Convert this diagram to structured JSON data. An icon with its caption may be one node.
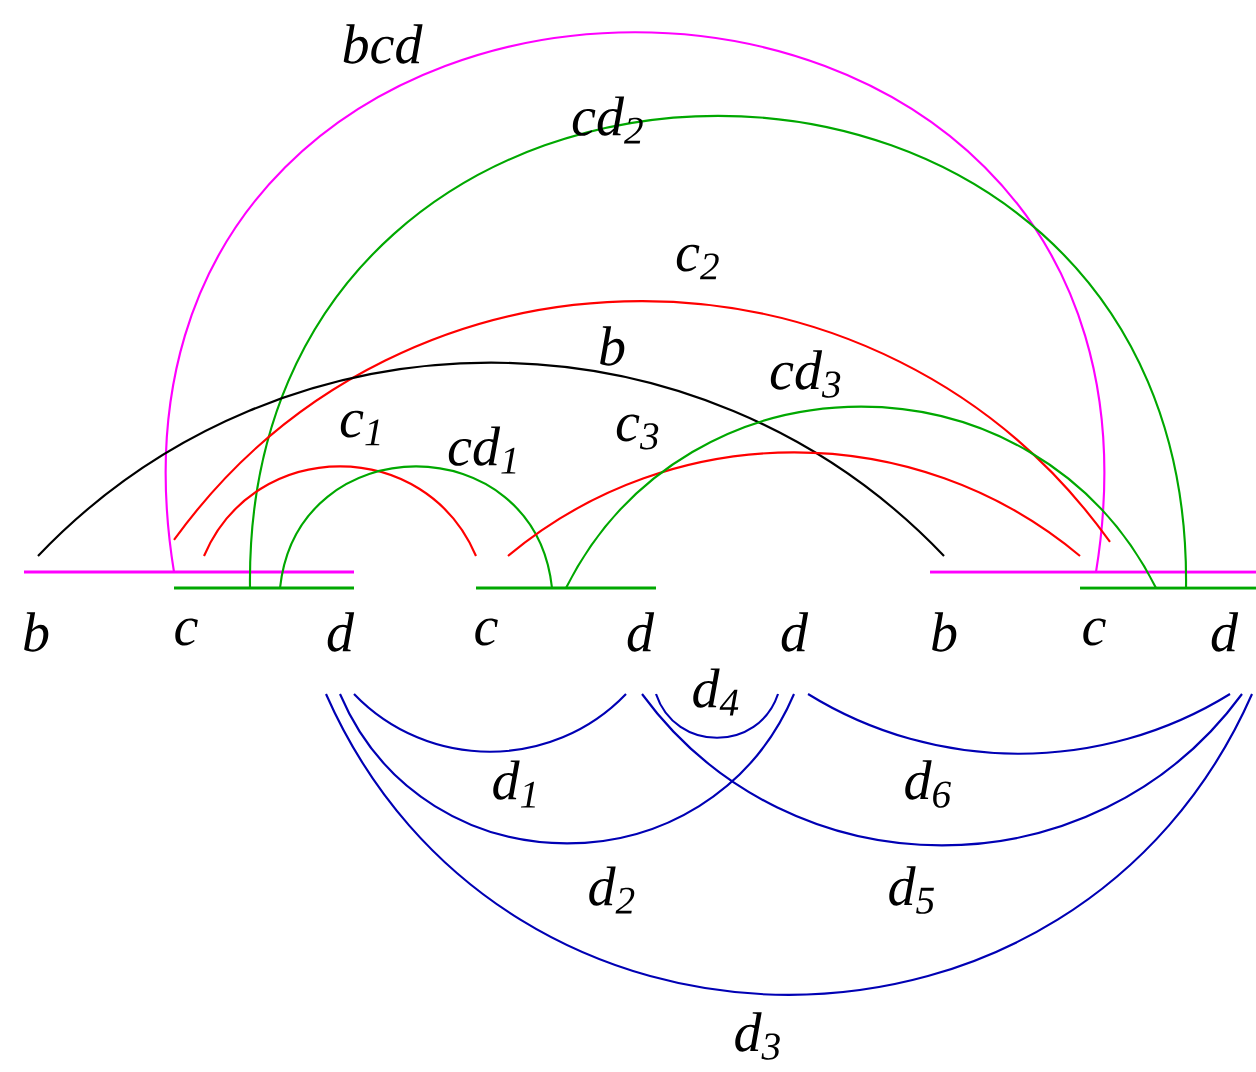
{
  "diagram": {
    "nodes": [
      {
        "text": [
          "b"
        ]
      },
      {
        "text": [
          "c"
        ]
      },
      {
        "text": [
          "d"
        ]
      },
      {
        "text": [
          "c"
        ]
      },
      {
        "text": [
          "d"
        ]
      },
      {
        "text": [
          "d"
        ]
      },
      {
        "text": [
          "b"
        ]
      },
      {
        "text": [
          "c"
        ]
      },
      {
        "text": [
          "d"
        ]
      },
      {
        "text": [],
        "shape": "bar"
      },
      {
        "text": [],
        "shape": "bar"
      },
      {
        "text": [],
        "shape": "bar"
      },
      {
        "text": [],
        "shape": "bar"
      },
      {
        "text": [],
        "shape": "bar"
      }
    ],
    "edges": [
      {
        "from": 9,
        "to": 12,
        "arrow": "none",
        "label": "bcd",
        "color": "#ff00ff"
      },
      {
        "from": 10,
        "to": 13,
        "arrow": "none",
        "label": "cd$_{2}$",
        "color": "#00a800"
      },
      {
        "from": 9,
        "to": 12,
        "arrow": "none",
        "label": "c$_{2}$",
        "color": "#ff0000"
      },
      {
        "from": 9,
        "to": 12,
        "arrow": "none",
        "label": "b",
        "color": "#000000"
      },
      {
        "from": 9,
        "to": 11,
        "arrow": "none",
        "label": "c$_{1}$",
        "color": "#ff0000"
      },
      {
        "from": 10,
        "to": 11,
        "arrow": "none",
        "label": "cd$_{1}$",
        "color": "#00a800"
      },
      {
        "from": 11,
        "to": 12,
        "arrow": "none",
        "label": "c$_{3}$",
        "color": "#ff0000"
      },
      {
        "from": 11,
        "to": 13,
        "arrow": "none",
        "label": "cd$_{3}$",
        "color": "#00a800"
      },
      {
        "from": 2,
        "to": 4,
        "arrow": "none",
        "label": "d$_{1}$"
      },
      {
        "from": 2,
        "to": 5,
        "arrow": "none",
        "label": "d$_{2}$"
      },
      {
        "from": 2,
        "to": 8,
        "arrow": "none",
        "label": "d$_{3}$"
      },
      {
        "from": 4,
        "to": 5,
        "arrow": "none",
        "label": "d$_{4}$"
      },
      {
        "from": 4,
        "to": 8,
        "arrow": "none",
        "label": "d$_{5}$"
      },
      {
        "from": 5,
        "to": 8,
        "arrow": "none",
        "label": "d$_{6}$"
      }
    ]
  }
}
